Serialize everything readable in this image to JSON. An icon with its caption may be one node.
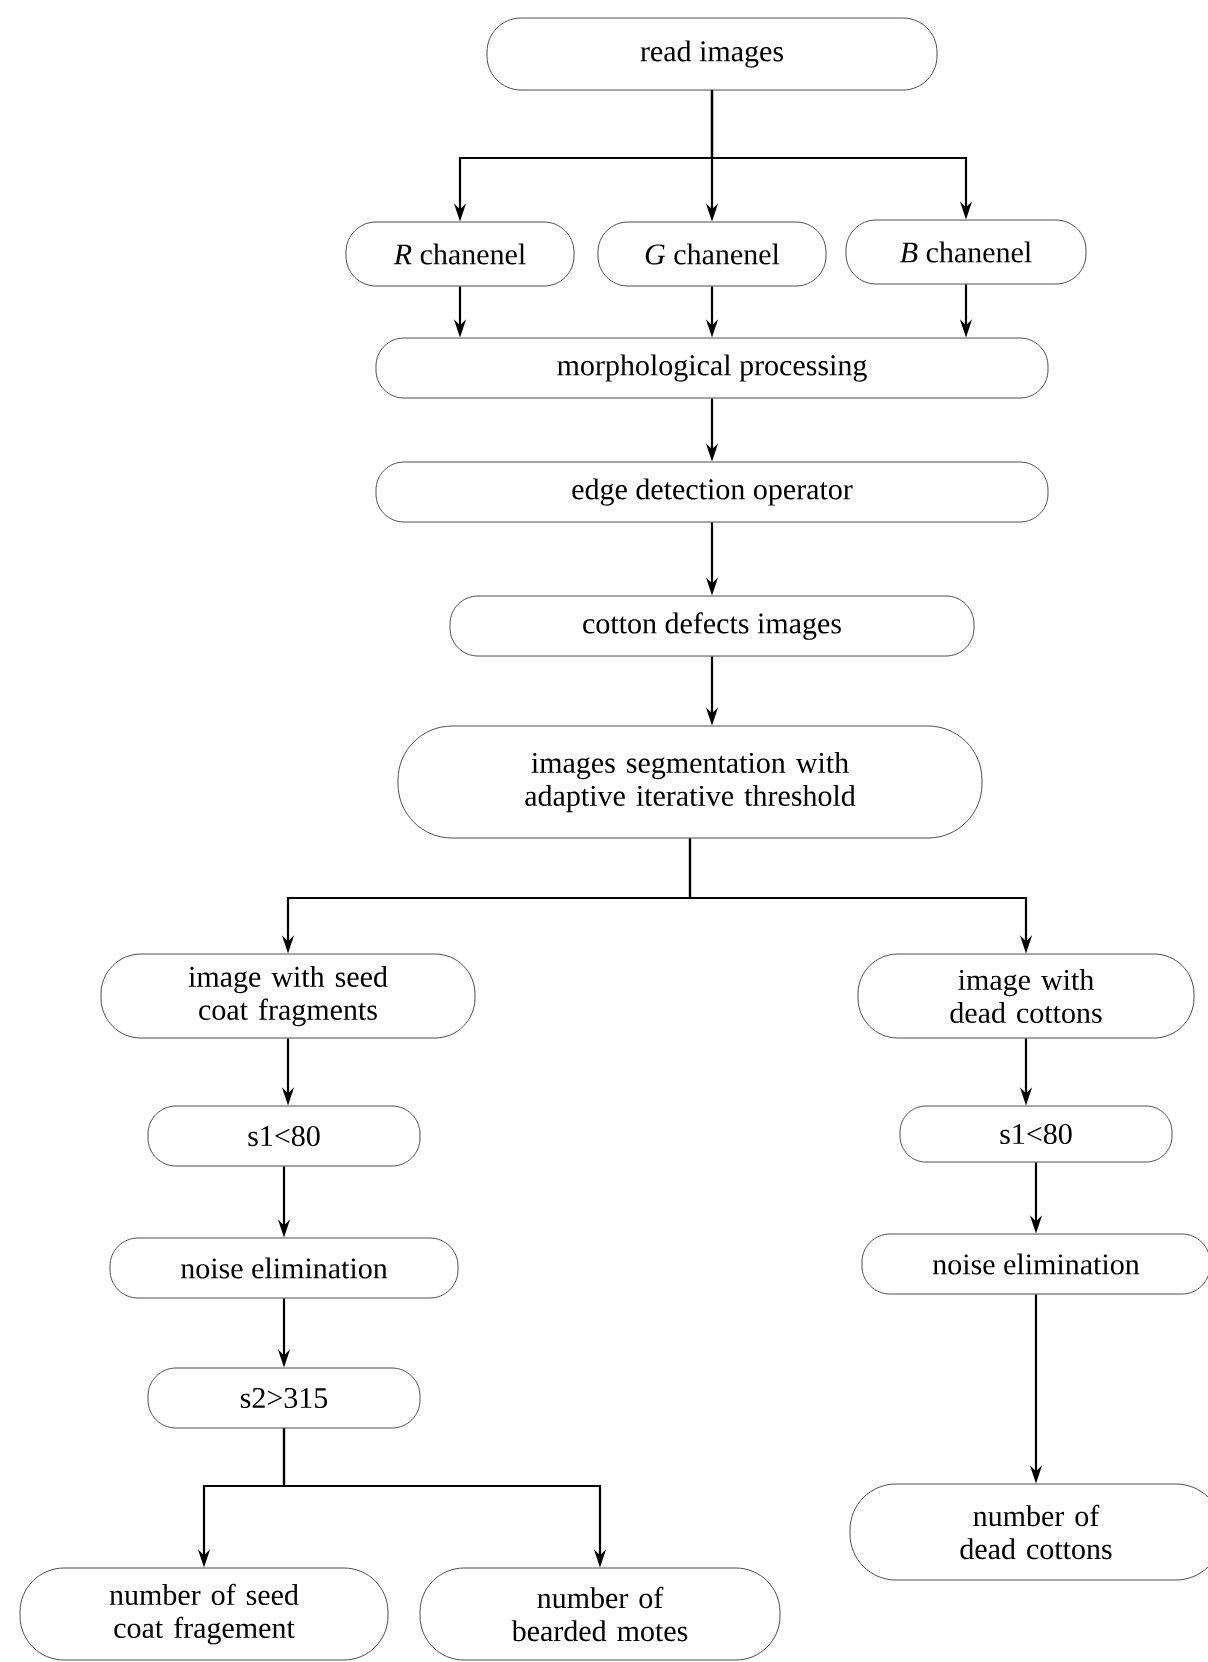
{
  "diagram": {
    "nodes": [
      {
        "text": [
          "read images"
        ]
      },
      {
        "text": [
          "*R* chanenel"
        ]
      },
      {
        "text": [
          "*G* chanenel"
        ]
      },
      {
        "text": [
          "*B* chanenel"
        ]
      },
      {
        "text": [
          "morphological processing"
        ]
      },
      {
        "text": [
          "edge detection operator"
        ]
      },
      {
        "text": [
          "cotton defects images"
        ]
      },
      {
        "text": [
          "images segmentation with adaptive iterative threshold"
        ]
      },
      {
        "text": [
          "image with seed coat fragments"
        ]
      },
      {
        "text": [
          "image with dead cottons"
        ]
      },
      {
        "text": [
          "s1<80"
        ]
      },
      {
        "text": [
          "noise elimination"
        ]
      },
      {
        "text": [
          "s2>315"
        ]
      },
      {
        "text": [
          "s1<80"
        ]
      },
      {
        "text": [
          "noise elimination"
        ]
      },
      {
        "text": [
          "number of dead cottons"
        ]
      },
      {
        "text": [
          "number of seed coat fragement"
        ]
      },
      {
        "text": [
          "number of bearded motes"
        ]
      }
    ],
    "edges": [
      {
        "from": 0,
        "to": 1,
        "arrow": "to"
      },
      {
        "from": 0,
        "to": 2,
        "arrow": "to"
      },
      {
        "from": 0,
        "to": 3,
        "arrow": "to"
      },
      {
        "from": 1,
        "to": 4,
        "arrow": "to"
      },
      {
        "from": 2,
        "to": 4,
        "arrow": "to"
      },
      {
        "from": 3,
        "to": 4,
        "arrow": "to"
      },
      {
        "from": 4,
        "to": 5,
        "arrow": "to"
      },
      {
        "from": 5,
        "to": 6,
        "arrow": "to"
      },
      {
        "from": 6,
        "to": 7,
        "arrow": "to"
      },
      {
        "from": 7,
        "to": 8,
        "arrow": "to"
      },
      {
        "from": 7,
        "to": 9,
        "arrow": "to"
      },
      {
        "from": 8,
        "to": 10,
        "arrow": "to"
      },
      {
        "from": 10,
        "to": 11,
        "arrow": "to"
      },
      {
        "from": 11,
        "to": 12,
        "arrow": "to"
      },
      {
        "from": 12,
        "to": 16,
        "arrow": "to"
      },
      {
        "from": 12,
        "to": 17,
        "arrow": "to"
      },
      {
        "from": 9,
        "to": 13,
        "arrow": "to"
      },
      {
        "from": 13,
        "to": 14,
        "arrow": "to"
      },
      {
        "from": 14,
        "to": 15,
        "arrow": "to"
      }
    ]
  }
}
